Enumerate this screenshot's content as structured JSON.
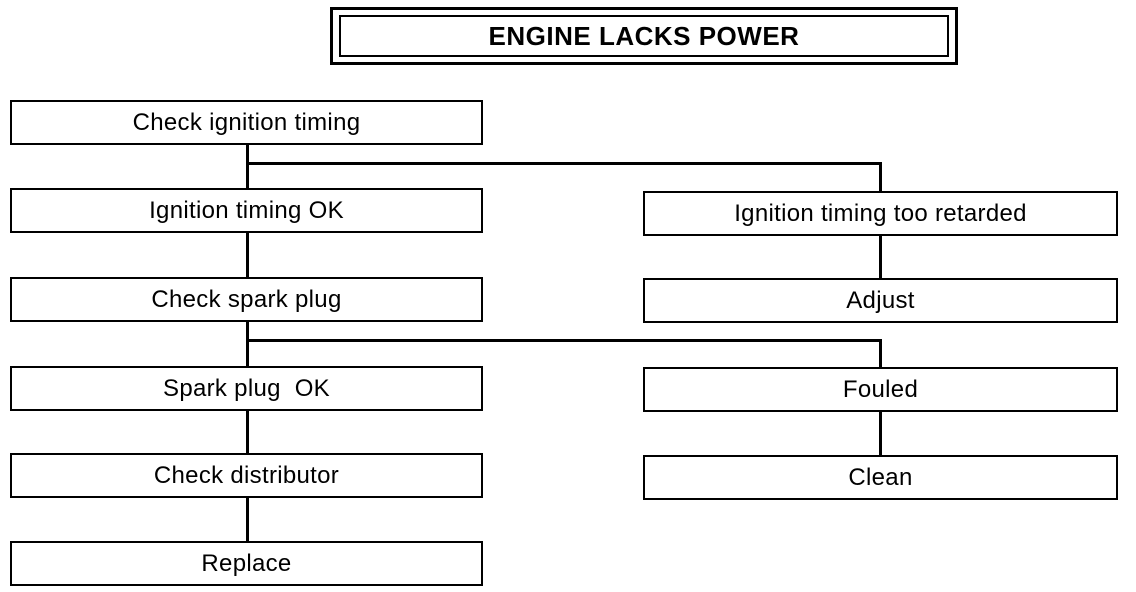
{
  "diagram": {
    "title": "ENGINE LACKS POWER",
    "nodes": {
      "check_ignition_timing": "Check ignition timing",
      "ignition_timing_ok": "Ignition timing OK",
      "ignition_timing_too_retarded": "Ignition timing too retarded",
      "check_spark_plug": "Check spark plug",
      "adjust": "Adjust",
      "spark_plug_ok": "Spark plug  OK",
      "fouled": "Fouled",
      "check_distributor": "Check distributor",
      "clean": "Clean",
      "replace": "Replace"
    },
    "edges": [
      {
        "from": "Check ignition timing",
        "to": "Ignition timing OK"
      },
      {
        "from": "Check ignition timing",
        "to": "Ignition timing too retarded"
      },
      {
        "from": "Ignition timing too retarded",
        "to": "Adjust"
      },
      {
        "from": "Ignition timing OK",
        "to": "Check spark plug"
      },
      {
        "from": "Check spark plug",
        "to": "Spark plug OK"
      },
      {
        "from": "Check spark plug",
        "to": "Fouled"
      },
      {
        "from": "Fouled",
        "to": "Clean"
      },
      {
        "from": "Spark plug OK",
        "to": "Check distributor"
      },
      {
        "from": "Check distributor",
        "to": "Replace"
      }
    ],
    "colors": {
      "line": "#000000",
      "box_border": "#000000",
      "background": "#ffffff",
      "text": "#000000"
    }
  }
}
